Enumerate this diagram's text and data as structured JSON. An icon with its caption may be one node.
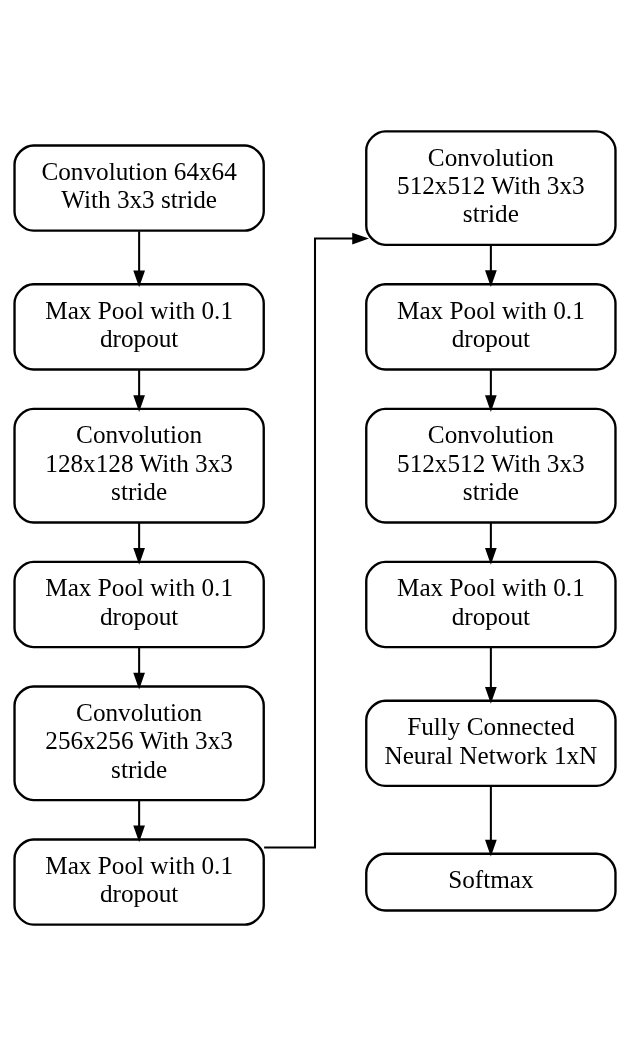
{
  "diagram": {
    "nodes": [
      {
        "text": [
          "Convolution 64x64 With 3x3 stride"
        ]
      },
      {
        "text": [
          "Max Pool with 0.1 dropout"
        ]
      },
      {
        "text": [
          "Convolution 128x128 With 3x3 stride"
        ]
      },
      {
        "text": [
          "Max Pool with 0.1 dropout"
        ]
      },
      {
        "text": [
          "Convolution 256x256 With 3x3 stride"
        ]
      },
      {
        "text": [
          "Max Pool with 0.1 dropout"
        ]
      },
      {
        "text": [
          "Convolution 512x512 With 3x3 stride"
        ]
      },
      {
        "text": [
          "Max Pool with 0.1 dropout"
        ]
      },
      {
        "text": [
          "Convolution 512x512 With 3x3 stride"
        ]
      },
      {
        "text": [
          "Max Pool with 0.1 dropout"
        ]
      },
      {
        "text": [
          "Fully Connected Neural Network 1xN"
        ]
      },
      {
        "text": [
          "Softmax"
        ]
      }
    ],
    "edges": [
      {
        "from": 0,
        "to": 1,
        "arrow": "to"
      },
      {
        "from": 1,
        "to": 2,
        "arrow": "to"
      },
      {
        "from": 2,
        "to": 3,
        "arrow": "to"
      },
      {
        "from": 3,
        "to": 4,
        "arrow": "to"
      },
      {
        "from": 4,
        "to": 5,
        "arrow": "to"
      },
      {
        "from": 5,
        "to": 6,
        "arrow": "to"
      },
      {
        "from": 6,
        "to": 7,
        "arrow": "to"
      },
      {
        "from": 7,
        "to": 8,
        "arrow": "to"
      },
      {
        "from": 8,
        "to": 9,
        "arrow": "to"
      },
      {
        "from": 9,
        "to": 10,
        "arrow": "to"
      },
      {
        "from": 10,
        "to": 11,
        "arrow": "to"
      }
    ]
  }
}
